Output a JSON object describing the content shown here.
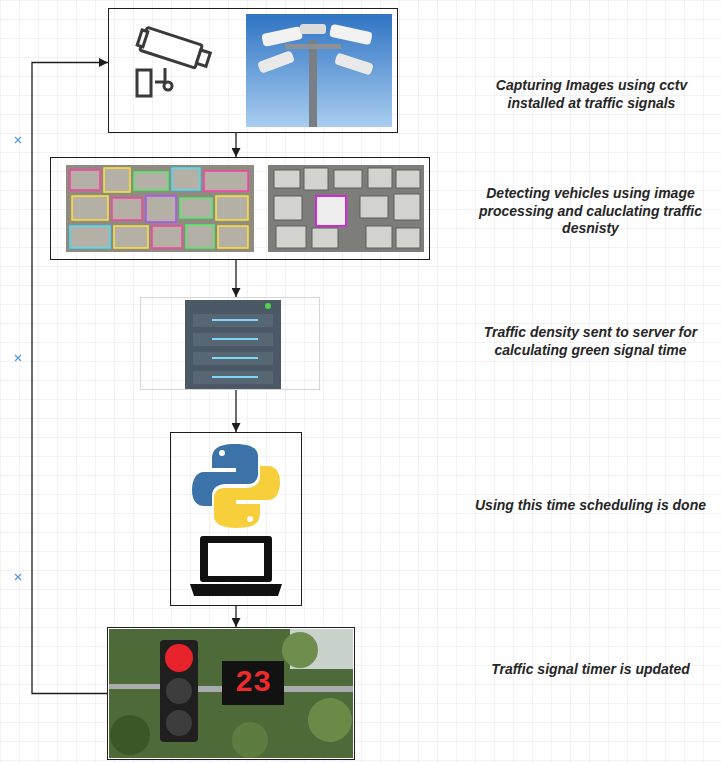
{
  "diagram": {
    "nodes": [
      {
        "text": [
          "Capturing Images using cctv installed at traffic signals"
        ]
      },
      {
        "text": [
          "Detecting vehicles using image processing and caluclating traffic desnisty"
        ]
      },
      {
        "text": [
          "Traffic density sent to server for calculating green signal time"
        ]
      },
      {
        "text": [
          "Using this time scheduling is done"
        ]
      },
      {
        "text": [
          "Traffic signal timer is updated"
        ]
      }
    ],
    "edges": [
      {
        "from": 0,
        "to": 1,
        "arrow": "to"
      },
      {
        "from": 1,
        "to": 2,
        "arrow": "to"
      },
      {
        "from": 2,
        "to": 3,
        "arrow": "to"
      },
      {
        "from": 3,
        "to": 4,
        "arrow": "to"
      },
      {
        "from": 4,
        "to": 0,
        "arrow": "to"
      }
    ],
    "labels": [
      "23"
    ]
  }
}
